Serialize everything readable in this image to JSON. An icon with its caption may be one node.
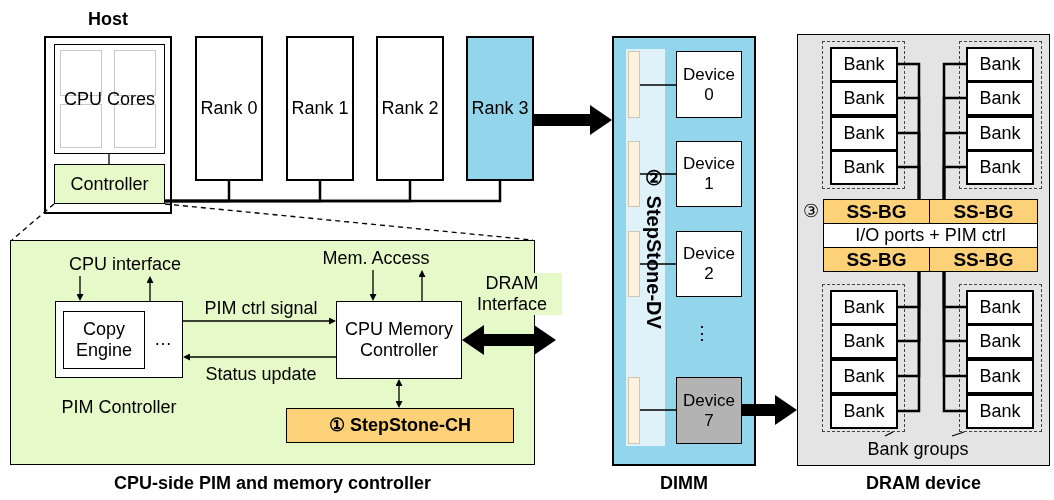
{
  "diagram": {
    "nodes": [
      {
        "text": [
          "Host"
        ]
      },
      {
        "text": [
          "CPU Cores"
        ],
        "in": 0
      },
      {
        "text": [
          "Controller"
        ],
        "in": 0
      },
      {
        "text": [
          "Rank 0"
        ]
      },
      {
        "text": [
          "Rank 1"
        ]
      },
      {
        "text": [
          "Rank 2"
        ]
      },
      {
        "text": [
          "Rank 3"
        ]
      },
      {
        "text": [
          "CPU-side PIM and memory controller"
        ]
      },
      {
        "text": [
          "…",
          "PIM Controller"
        ],
        "in": 7
      },
      {
        "text": [
          "Copy Engine"
        ],
        "in": 8
      },
      {
        "text": [
          "CPU Memory Controller"
        ],
        "in": 7
      },
      {
        "text": [
          "① StepStone-CH"
        ],
        "in": 7
      },
      {
        "text": [
          "DIMM"
        ]
      },
      {
        "text": [
          "② StepStone-DV"
        ],
        "in": 12
      },
      {
        "text": [],
        "shape": "box",
        "in": 13
      },
      {
        "text": [],
        "shape": "box",
        "in": 13
      },
      {
        "text": [],
        "shape": "box",
        "in": 13
      },
      {
        "text": [],
        "shape": "box",
        "in": 13
      },
      {
        "text": [
          "Device 0"
        ],
        "in": 12
      },
      {
        "text": [
          "Device 1"
        ],
        "in": 12
      },
      {
        "text": [
          "Device 2"
        ],
        "in": 12
      },
      {
        "text": [
          "Device 7"
        ],
        "in": 12
      },
      {
        "text": [
          "DRAM device"
        ]
      },
      {
        "text": [],
        "shape": "box",
        "in": 22
      },
      {
        "text": [],
        "shape": "box",
        "in": 22
      },
      {
        "text": [
          "Bank"
        ],
        "in": 23
      },
      {
        "text": [
          "Bank"
        ],
        "in": 23
      },
      {
        "text": [
          "Bank"
        ],
        "in": 23
      },
      {
        "text": [
          "Bank"
        ],
        "in": 23
      },
      {
        "text": [
          "Bank"
        ],
        "in": 24
      },
      {
        "text": [
          "Bank"
        ],
        "in": 24
      },
      {
        "text": [
          "Bank"
        ],
        "in": 24
      },
      {
        "text": [
          "Bank"
        ],
        "in": 24
      },
      {
        "text": [
          "SS-BG"
        ],
        "in": 22
      },
      {
        "text": [
          "SS-BG"
        ],
        "in": 22
      },
      {
        "text": [
          "I/O ports + PIM ctrl"
        ],
        "in": 22
      },
      {
        "text": [
          "SS-BG"
        ],
        "in": 22
      },
      {
        "text": [
          "SS-BG"
        ],
        "in": 22
      },
      {
        "text": [],
        "shape": "box",
        "in": 22
      },
      {
        "text": [],
        "shape": "box",
        "in": 22
      },
      {
        "text": [
          "Bank"
        ],
        "in": 38
      },
      {
        "text": [
          "Bank"
        ],
        "in": 38
      },
      {
        "text": [
          "Bank"
        ],
        "in": 38
      },
      {
        "text": [
          "Bank"
        ],
        "in": 38
      },
      {
        "text": [
          "Bank"
        ],
        "in": 39
      },
      {
        "text": [
          "Bank"
        ],
        "in": 39
      },
      {
        "text": [
          "Bank"
        ],
        "in": 39
      },
      {
        "text": [
          "Bank"
        ],
        "in": 39
      },
      {
        "text": [
          "Bank groups"
        ],
        "in": 22
      },
      {
        "text": [
          "CPU interface"
        ],
        "in": 7
      },
      {
        "text": [
          "Mem. Access"
        ],
        "in": 7
      }
    ],
    "edges": [
      {
        "from": 1,
        "to": 2,
        "arrow": "none"
      },
      {
        "from": 2,
        "to": 3,
        "arrow": "none"
      },
      {
        "from": 2,
        "to": 4,
        "arrow": "none"
      },
      {
        "from": 2,
        "to": 5,
        "arrow": "none"
      },
      {
        "from": 2,
        "to": 6,
        "arrow": "none"
      },
      {
        "from": 6,
        "to": 12,
        "arrow": "to",
        "style": "thick"
      },
      {
        "from": 2,
        "to": 7,
        "arrow": "none",
        "style": "dashed"
      },
      {
        "from": 2,
        "to": 7,
        "arrow": "none",
        "style": "dashed"
      },
      {
        "from": 49,
        "to": 8,
        "arrow": "to"
      },
      {
        "from": 8,
        "to": 49,
        "arrow": "to"
      },
      {
        "from": 50,
        "to": 10,
        "arrow": "to"
      },
      {
        "from": 10,
        "to": 50,
        "arrow": "to"
      },
      {
        "from": 8,
        "to": 10,
        "arrow": "to",
        "label": "PIM ctrl signal"
      },
      {
        "from": 10,
        "to": 8,
        "arrow": "to",
        "label": "Status update"
      },
      {
        "from": 10,
        "to": null,
        "arrow": "both",
        "style": "thick",
        "label": "DRAM Interface"
      },
      {
        "from": 10,
        "to": 11,
        "arrow": "both"
      },
      {
        "from": 14,
        "to": 18,
        "arrow": "none"
      },
      {
        "from": 15,
        "to": 19,
        "arrow": "none"
      },
      {
        "from": 16,
        "to": 20,
        "arrow": "none"
      },
      {
        "from": 17,
        "to": 21,
        "arrow": "none"
      },
      {
        "from": 21,
        "to": 22,
        "arrow": "to",
        "style": "thick"
      },
      {
        "from": 25,
        "to": 33,
        "arrow": "none"
      },
      {
        "from": 26,
        "to": 33,
        "arrow": "none"
      },
      {
        "from": 27,
        "to": 33,
        "arrow": "none"
      },
      {
        "from": 28,
        "to": 33,
        "arrow": "none"
      },
      {
        "from": 29,
        "to": 34,
        "arrow": "none"
      },
      {
        "from": 30,
        "to": 34,
        "arrow": "none"
      },
      {
        "from": 31,
        "to": 34,
        "arrow": "none"
      },
      {
        "from": 32,
        "to": 34,
        "arrow": "none"
      },
      {
        "from": 40,
        "to": 36,
        "arrow": "none"
      },
      {
        "from": 41,
        "to": 36,
        "arrow": "none"
      },
      {
        "from": 42,
        "to": 36,
        "arrow": "none"
      },
      {
        "from": 43,
        "to": 36,
        "arrow": "none"
      },
      {
        "from": 44,
        "to": 37,
        "arrow": "none"
      },
      {
        "from": 45,
        "to": 37,
        "arrow": "none"
      },
      {
        "from": 46,
        "to": 37,
        "arrow": "none"
      },
      {
        "from": 47,
        "to": 37,
        "arrow": "none"
      },
      {
        "from": 48,
        "to": 38,
        "arrow": "none"
      },
      {
        "from": 48,
        "to": 39,
        "arrow": "none"
      }
    ],
    "labels": [
      "⋮",
      "③"
    ]
  }
}
